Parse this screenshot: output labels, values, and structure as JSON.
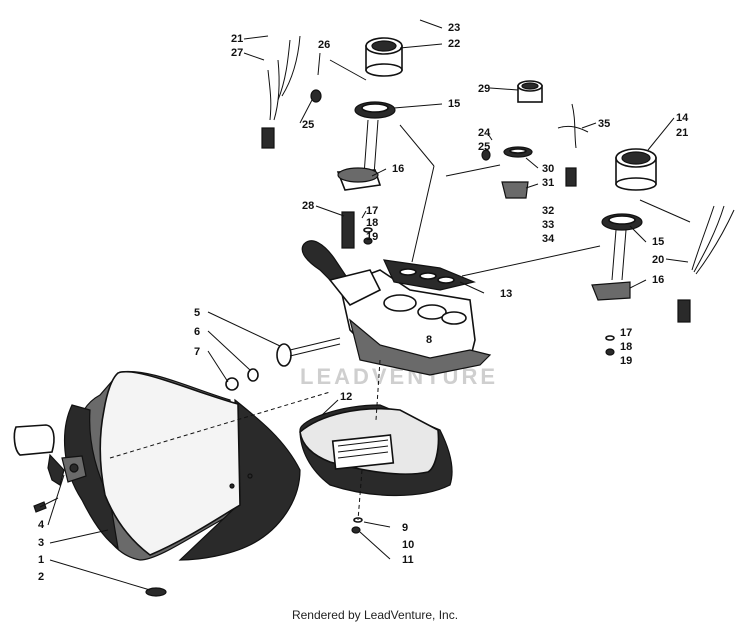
{
  "diagram": {
    "watermark": "LEADVENTURE",
    "callouts": [
      "21",
      "27",
      "26",
      "23",
      "22",
      "25",
      "15",
      "16",
      "28",
      "17",
      "18",
      "19",
      "29",
      "24",
      "25",
      "35",
      "30",
      "31",
      "32",
      "33",
      "34",
      "14",
      "21",
      "13",
      "15",
      "20",
      "16",
      "17",
      "18",
      "19",
      "5",
      "6",
      "8",
      "7",
      "12",
      "9",
      "10",
      "11",
      "4",
      "3",
      "1",
      "2"
    ]
  },
  "footer": {
    "credit": "Rendered by LeadVenture, Inc."
  }
}
